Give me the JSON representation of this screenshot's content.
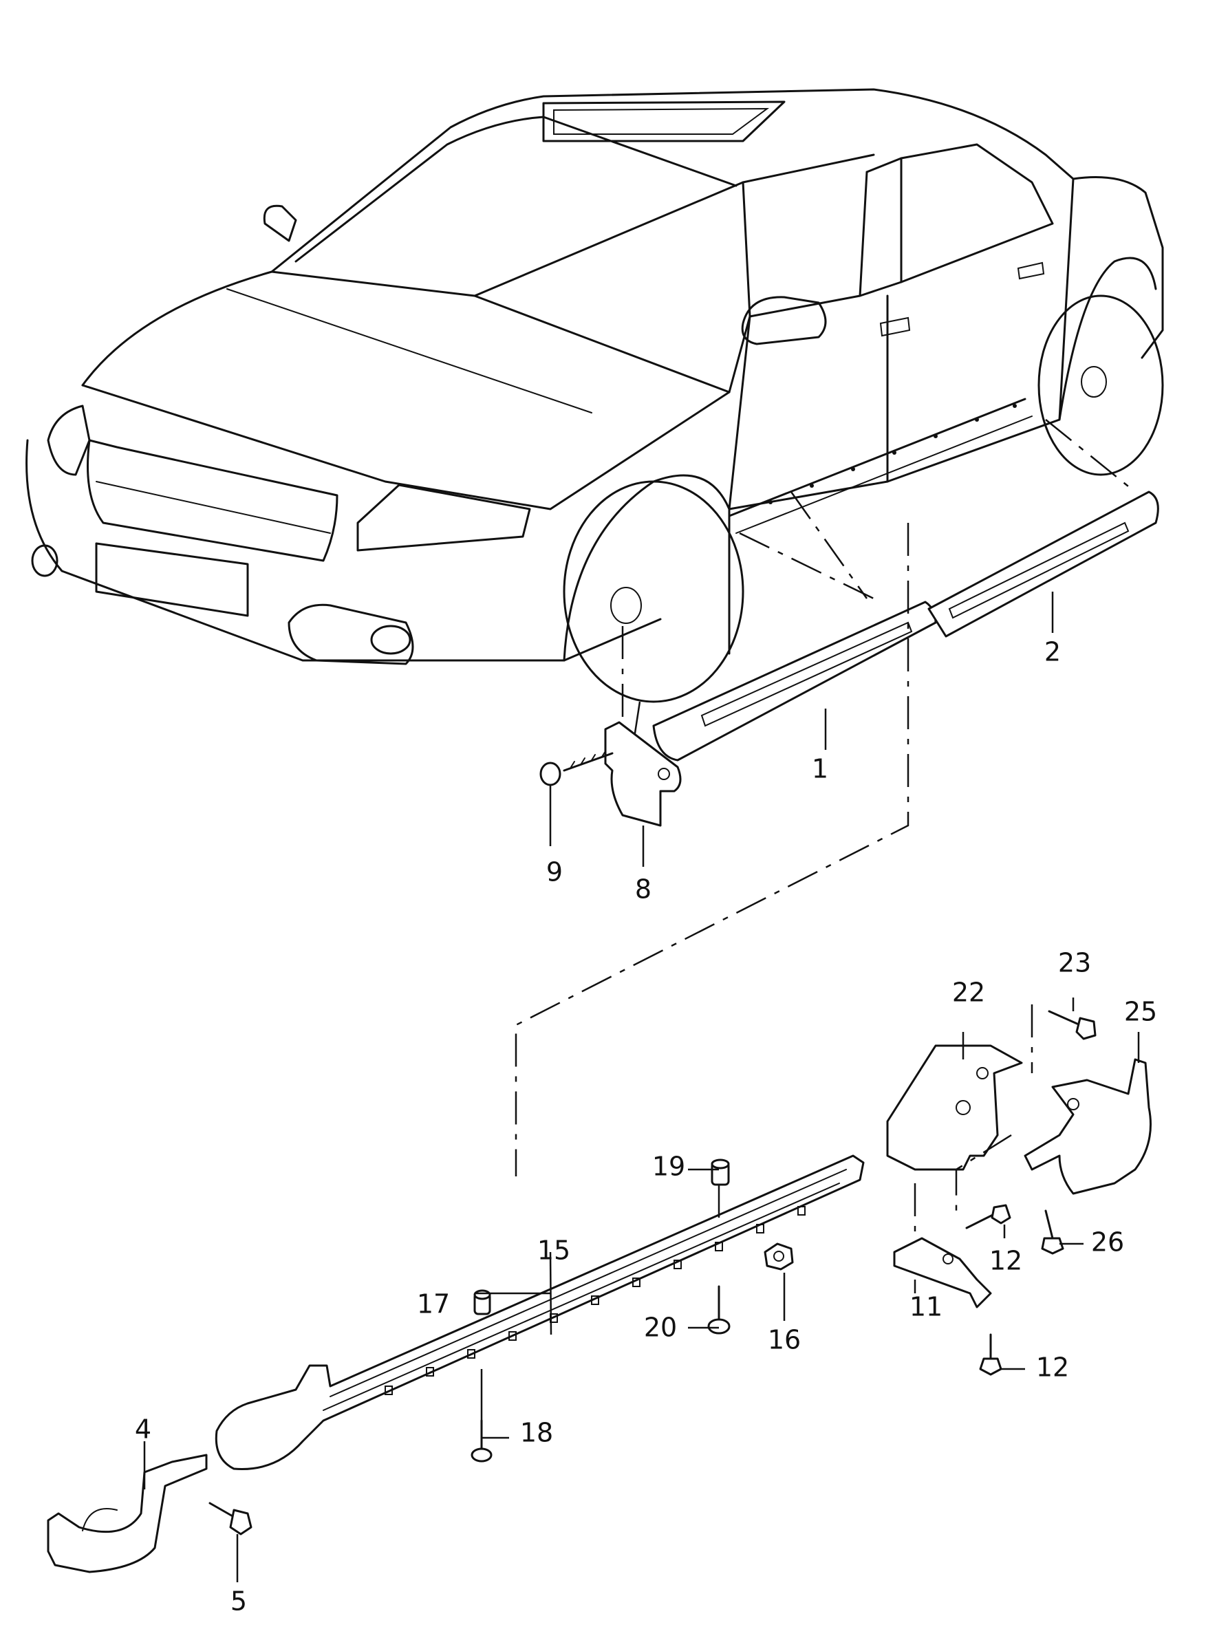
{
  "diagram": {
    "callouts": [
      {
        "id": "1",
        "label": "1"
      },
      {
        "id": "2",
        "label": "2"
      },
      {
        "id": "4",
        "label": "4"
      },
      {
        "id": "5",
        "label": "5"
      },
      {
        "id": "8",
        "label": "8"
      },
      {
        "id": "9",
        "label": "9"
      },
      {
        "id": "11",
        "label": "11"
      },
      {
        "id": "12a",
        "label": "12"
      },
      {
        "id": "12b",
        "label": "12"
      },
      {
        "id": "15",
        "label": "15"
      },
      {
        "id": "16",
        "label": "16"
      },
      {
        "id": "17",
        "label": "17"
      },
      {
        "id": "18",
        "label": "18"
      },
      {
        "id": "19",
        "label": "19"
      },
      {
        "id": "20",
        "label": "20"
      },
      {
        "id": "22",
        "label": "22"
      },
      {
        "id": "23",
        "label": "23"
      },
      {
        "id": "25",
        "label": "25"
      },
      {
        "id": "26",
        "label": "26"
      }
    ],
    "colors": {
      "line": "#111111",
      "background": "#ffffff"
    }
  }
}
